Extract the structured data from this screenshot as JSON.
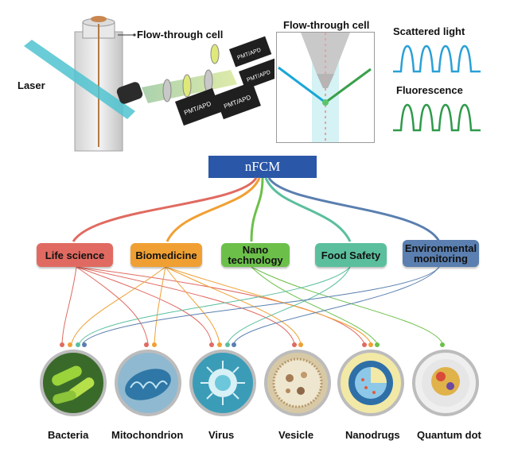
{
  "top": {
    "flow_cell_label": "Flow-through cell",
    "laser_label": "Laser",
    "detector_labels": [
      "PMT/APD",
      "PMT/APD",
      "PMT/APD",
      "PMT/APD"
    ],
    "inset_title": "Flow-through cell",
    "scattered_label": "Scattered light",
    "fluorescence_label": "Fluorescence"
  },
  "hub": {
    "label": "nFCM"
  },
  "categories": [
    {
      "label": "Life science",
      "color": "#e06a61"
    },
    {
      "label": "Biomedicine",
      "color": "#f0a033"
    },
    {
      "label": "Nano\ntechnology",
      "color": "#6cc04a"
    },
    {
      "label": "Food Safety",
      "color": "#5bbf9e"
    },
    {
      "label": "Environmental\nmonitoring",
      "color": "#5a7fb0"
    }
  ],
  "items": [
    {
      "label": "Bacteria",
      "icon": "bacteria-icon"
    },
    {
      "label": "Mitochondrion",
      "icon": "mitochondrion-icon"
    },
    {
      "label": "Virus",
      "icon": "virus-icon"
    },
    {
      "label": "Vesicle",
      "icon": "vesicle-icon"
    },
    {
      "label": "Nanodrugs",
      "icon": "nanodrugs-icon"
    },
    {
      "label": "Quantum dot",
      "icon": "quantum-dot-icon"
    }
  ],
  "colors": {
    "laser": "#4fc3d0",
    "scatter_signal": "#2aa0d6",
    "fluorescence_signal": "#2e9a4a",
    "hub": "#2a57a8"
  }
}
